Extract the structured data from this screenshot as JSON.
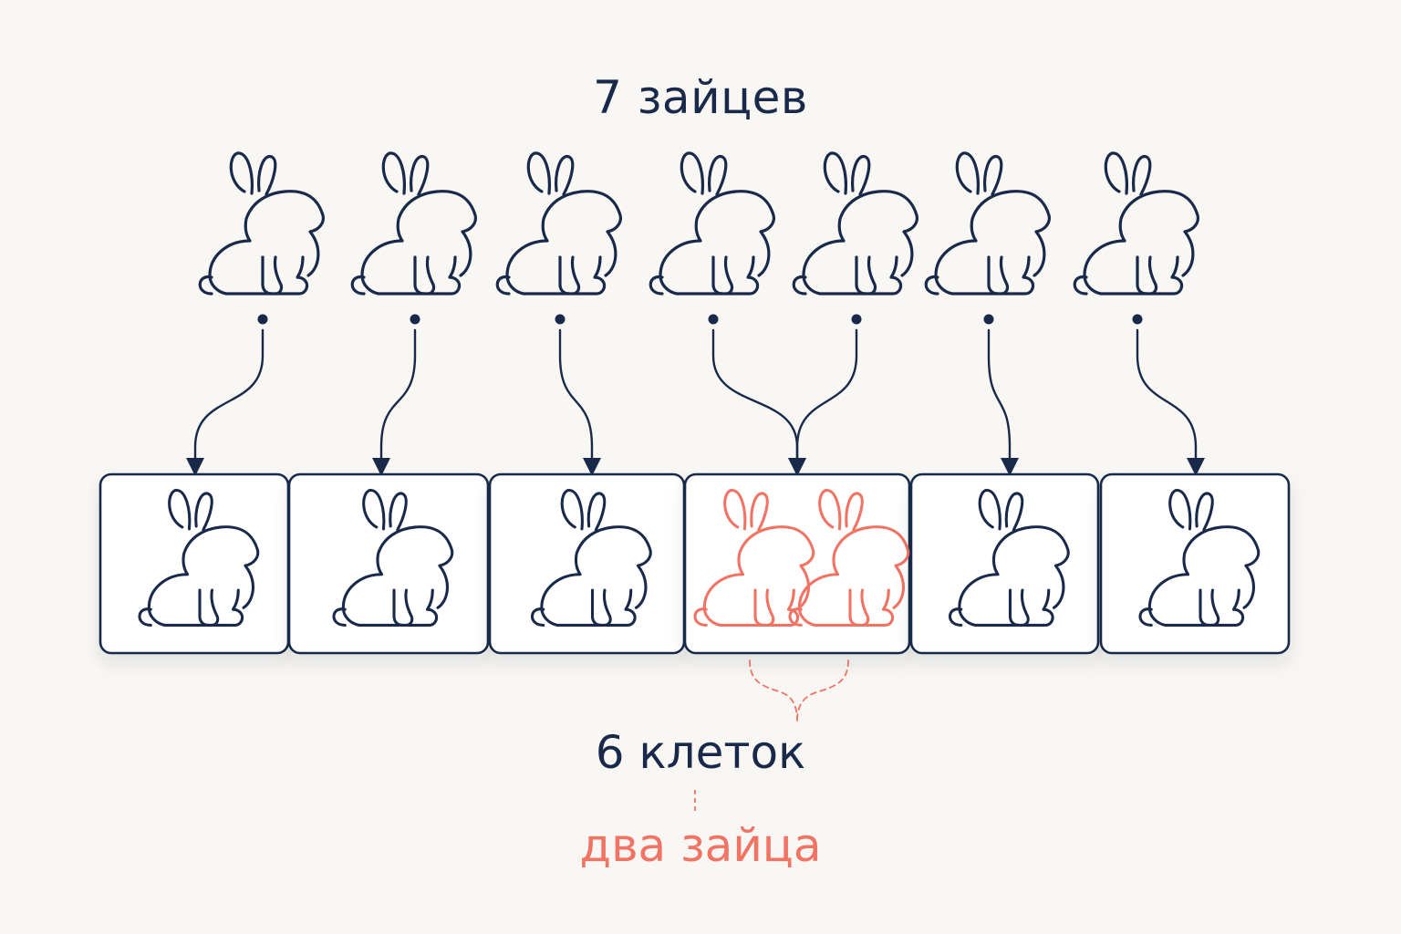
{
  "title": "7 зайцев",
  "cages_label": "6 клеток",
  "pair_label": "два зайца",
  "colors": {
    "background": "#f9f7f4",
    "ink": "#18294a",
    "accent": "#f07363"
  },
  "rabbits": [
    {
      "id": 1,
      "cage": 1
    },
    {
      "id": 2,
      "cage": 2
    },
    {
      "id": 3,
      "cage": 3
    },
    {
      "id": 4,
      "cage": 4
    },
    {
      "id": 5,
      "cage": 4
    },
    {
      "id": 6,
      "cage": 5
    },
    {
      "id": 7,
      "cage": 6
    }
  ],
  "cages": [
    {
      "id": 1,
      "rabbit_count": 1
    },
    {
      "id": 2,
      "rabbit_count": 1
    },
    {
      "id": 3,
      "rabbit_count": 1
    },
    {
      "id": 4,
      "rabbit_count": 2,
      "highlighted": true
    },
    {
      "id": 5,
      "rabbit_count": 1
    },
    {
      "id": 6,
      "rabbit_count": 1
    }
  ]
}
